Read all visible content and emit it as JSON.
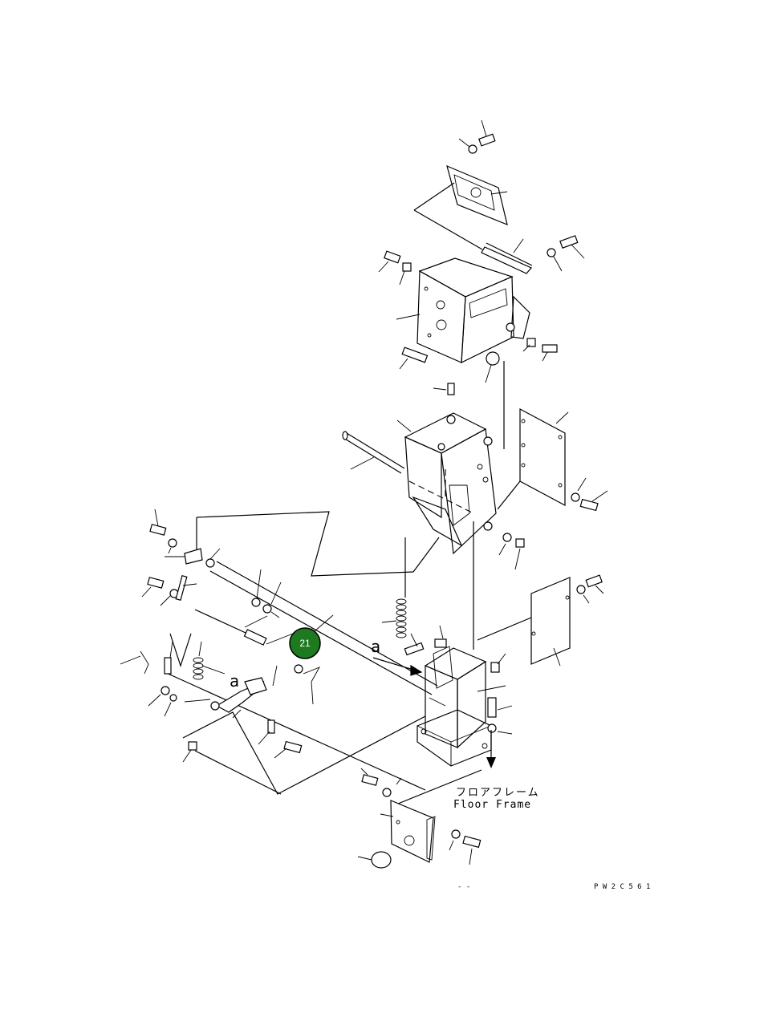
{
  "labels": {
    "floor_frame_jp": "フロアフレーム",
    "floor_frame_en": "Floor Frame",
    "view_a_left": "a",
    "view_a_right": "a",
    "drawing_code": "P W 2 C 5 6 1",
    "small_mark": "- -"
  },
  "callout": {
    "number": "21",
    "color": "#1e7a1e",
    "border_color": "#000000"
  }
}
